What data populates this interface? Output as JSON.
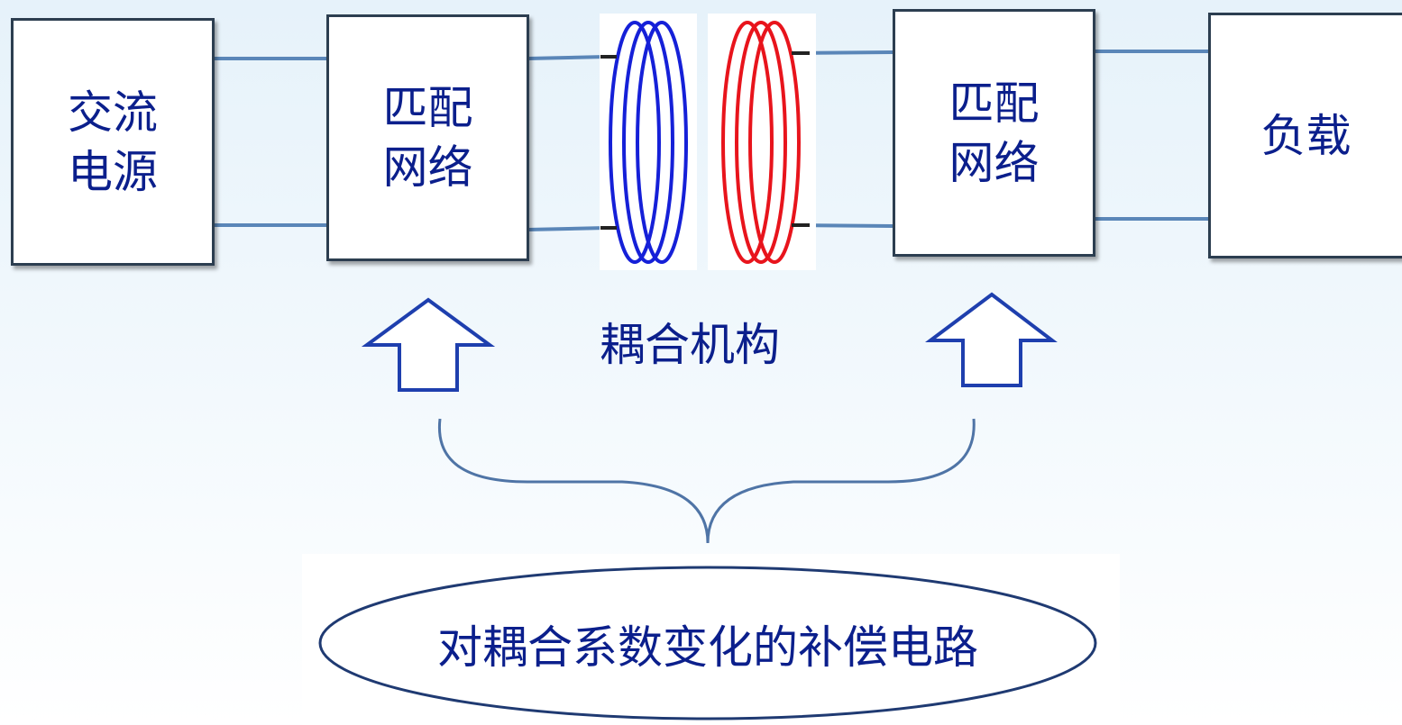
{
  "blocks": {
    "ac_source": "交流\n电源",
    "matching_left": "匹配\n网络",
    "matching_right": "匹配\n网络",
    "load": "负载"
  },
  "coupling_label": "耦合机构",
  "compensation_label": "对耦合系数变化的补偿电路",
  "colors": {
    "text": "#0b1f8c",
    "line": "#5a86b8",
    "box_border": "#2c3e50",
    "coil_primary": "#1520d8",
    "coil_secondary": "#e8141c",
    "arrow_outline": "#1e3fae",
    "brace": "#4f74a6",
    "ellipse": "#1f3a72"
  },
  "icons": [
    "up-arrow-icon",
    "coil-icon"
  ]
}
